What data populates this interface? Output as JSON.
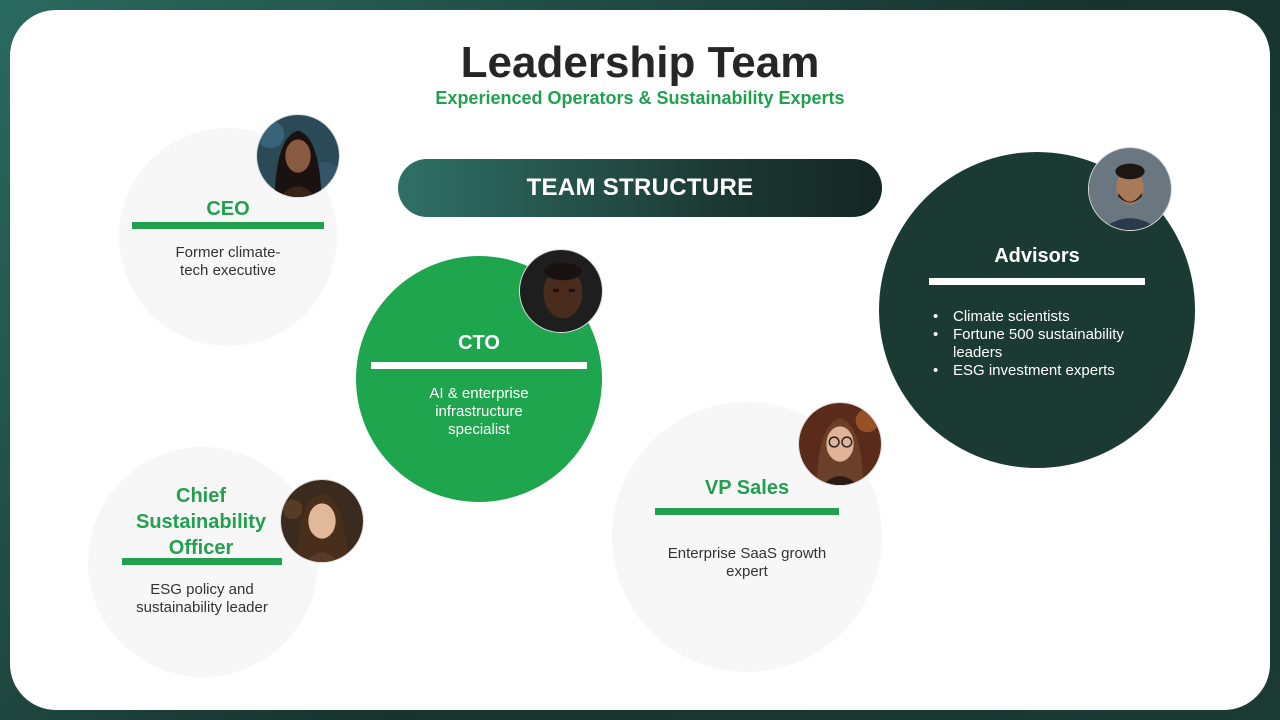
{
  "title": "Leadership Team",
  "subtitle": "Experienced Operators & Sustainability Experts",
  "team_structure_label": "TEAM STRUCTURE",
  "members": {
    "ceo": {
      "role": "CEO",
      "desc": "Former climate-tech executive",
      "desc_lines": [
        "Former climate-",
        "tech executive"
      ]
    },
    "cto": {
      "role": "CTO",
      "desc_lines": [
        "AI & enterprise",
        "infrastructure",
        "specialist"
      ]
    },
    "cso": {
      "role_lines": [
        "Chief",
        "Sustainability",
        "Officer"
      ],
      "desc_lines": [
        "ESG policy and",
        "sustainability leader"
      ]
    },
    "vp_sales": {
      "role": "VP Sales",
      "desc_lines": [
        "Enterprise SaaS growth",
        "expert"
      ]
    },
    "advisors": {
      "role": "Advisors",
      "items": [
        "Climate scientists",
        "Fortune 500 sustainability leaders",
        "ESG investment experts"
      ]
    }
  },
  "colors": {
    "accent_green": "#22a050",
    "dark_green": "#1b3a33",
    "light_circle": "#f7f7f7",
    "title_text": "#262626"
  },
  "icons": [
    "ceo-avatar-icon",
    "cto-avatar-icon",
    "cso-avatar-icon",
    "vp-sales-avatar-icon",
    "advisor-avatar-icon"
  ]
}
